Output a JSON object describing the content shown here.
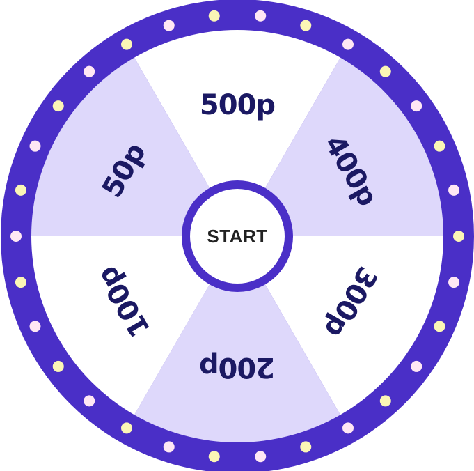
{
  "wheel": {
    "start_label": "START",
    "segments": [
      {
        "label": "500p",
        "fill": "light"
      },
      {
        "label": "400p",
        "fill": "tint"
      },
      {
        "label": "300p",
        "fill": "light"
      },
      {
        "label": "200p",
        "fill": "tint"
      },
      {
        "label": "100p",
        "fill": "light"
      },
      {
        "label": "50p",
        "fill": "tint"
      }
    ],
    "bulb_count": 30
  },
  "colors": {
    "rim": "#4a2fc7",
    "segment_light": "#ffffff",
    "segment_tint": "#ded8fb",
    "label_text": "#1b1963",
    "hub_ring": "#4a2fc7",
    "hub_fill": "#ffffff",
    "start_text": "#222222",
    "bulb_a": "#ffe7f4",
    "bulb_b": "#fbf6b6"
  }
}
